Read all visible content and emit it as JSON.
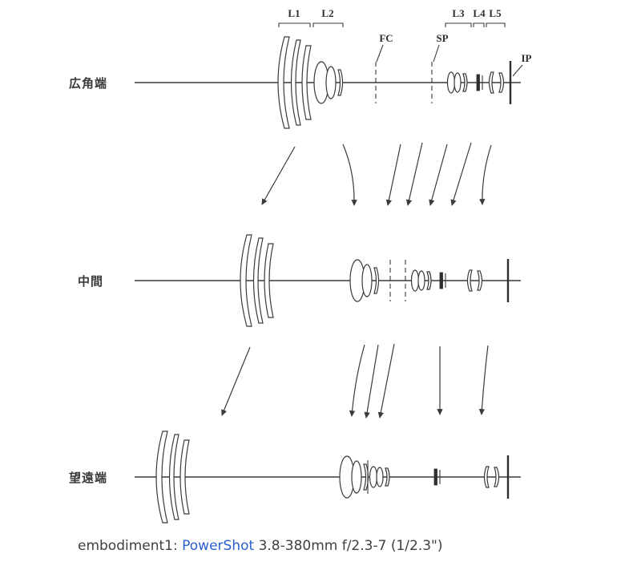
{
  "diagram": {
    "rows": [
      {
        "id": "wide",
        "label": "広角端"
      },
      {
        "id": "mid",
        "label": "中間"
      },
      {
        "id": "tele",
        "label": "望遠端"
      }
    ],
    "group_labels": {
      "l1": "L1",
      "l2": "L2",
      "l3": "L3",
      "l4": "L4",
      "l5": "L5"
    },
    "markers": {
      "fc": "FC",
      "sp": "SP",
      "ip": "IP"
    }
  },
  "caption": {
    "prefix": "embodiment1:",
    "link": "PowerShot",
    "suffix": "3.8-380mm f/2.3-7 (1/2.3\")"
  },
  "colors": {
    "line": "#3a3a3a",
    "link_blue": "#2b5fce",
    "text": "#3f3f3f"
  }
}
